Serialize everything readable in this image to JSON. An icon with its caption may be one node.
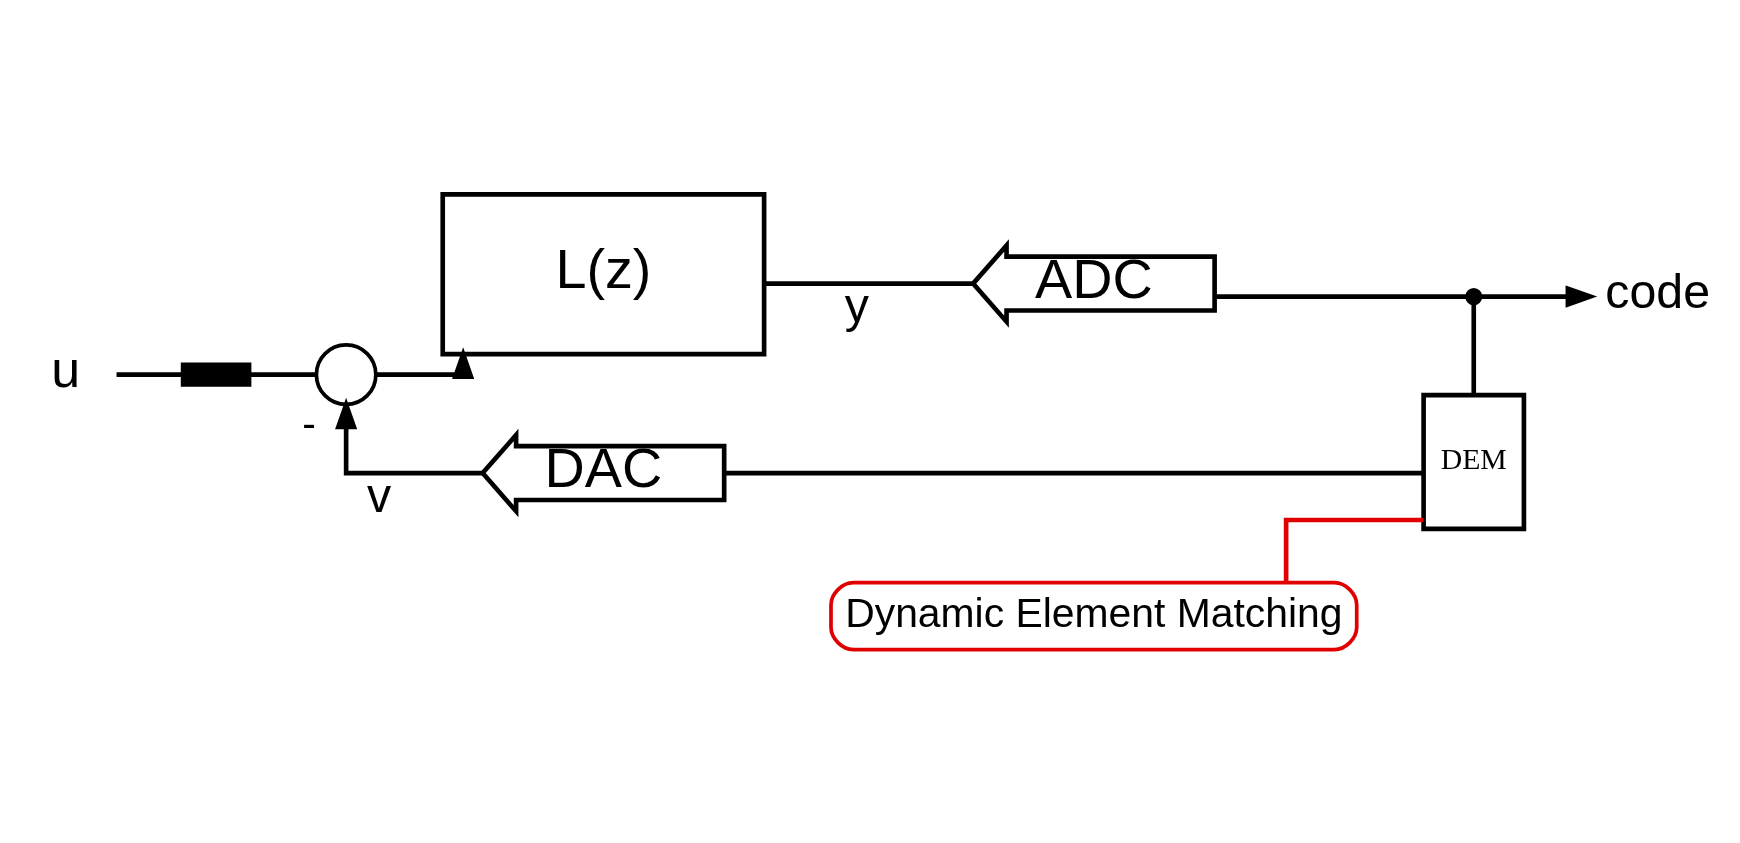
{
  "diagram": {
    "nodes": [
      {
        "text": [
          "u"
        ]
      },
      {
        "text": [],
        "shape": "switch"
      },
      {
        "text": [],
        "shape": "circle",
        "beside": [
          "-"
        ]
      },
      {
        "text": [
          "L(z)"
        ]
      },
      {
        "text": [
          "ADC"
        ]
      },
      {
        "text": [],
        "shape": "point"
      },
      {
        "text": [
          "code"
        ]
      },
      {
        "text": [
          "DEM"
        ]
      },
      {
        "text": [
          "DAC"
        ]
      },
      {
        "text": [
          "Dynamic Element Matching"
        ]
      }
    ],
    "edges": [
      {
        "from": 0,
        "to": 1,
        "arrow": "none"
      },
      {
        "from": 1,
        "to": 2,
        "arrow": "none"
      },
      {
        "from": 2,
        "to": 3,
        "arrow": "to"
      },
      {
        "from": 3,
        "to": 4,
        "arrow": "none",
        "label": "y"
      },
      {
        "from": 4,
        "to": 5,
        "arrow": "none"
      },
      {
        "from": 5,
        "to": 6,
        "arrow": "to"
      },
      {
        "from": 5,
        "to": 7,
        "arrow": "none"
      },
      {
        "from": 7,
        "to": 8,
        "arrow": "none"
      },
      {
        "from": 8,
        "to": 2,
        "arrow": "to",
        "label": "v"
      },
      {
        "from": 9,
        "to": 7,
        "arrow": "none",
        "color": "#e00000"
      }
    ]
  }
}
